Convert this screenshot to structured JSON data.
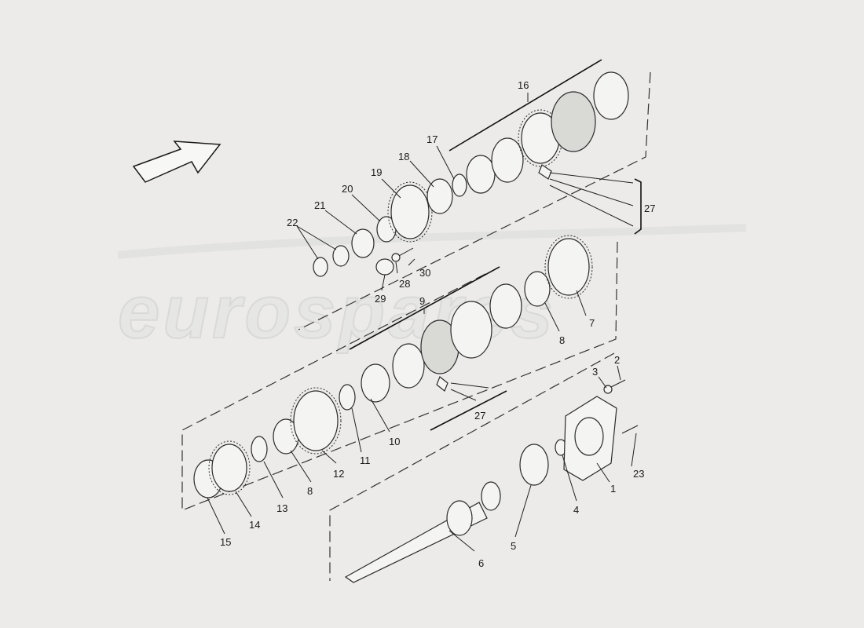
{
  "diagram": {
    "watermark_text": "eurospares",
    "direction_indicator": "arrow-outline-icon",
    "callouts": [
      "1",
      "2",
      "3",
      "4",
      "5",
      "6",
      "7",
      "8",
      "8",
      "9",
      "10",
      "11",
      "12",
      "13",
      "14",
      "15",
      "16",
      "17",
      "18",
      "19",
      "20",
      "21",
      "22",
      "23",
      "27",
      "27",
      "28",
      "29",
      "30"
    ]
  }
}
